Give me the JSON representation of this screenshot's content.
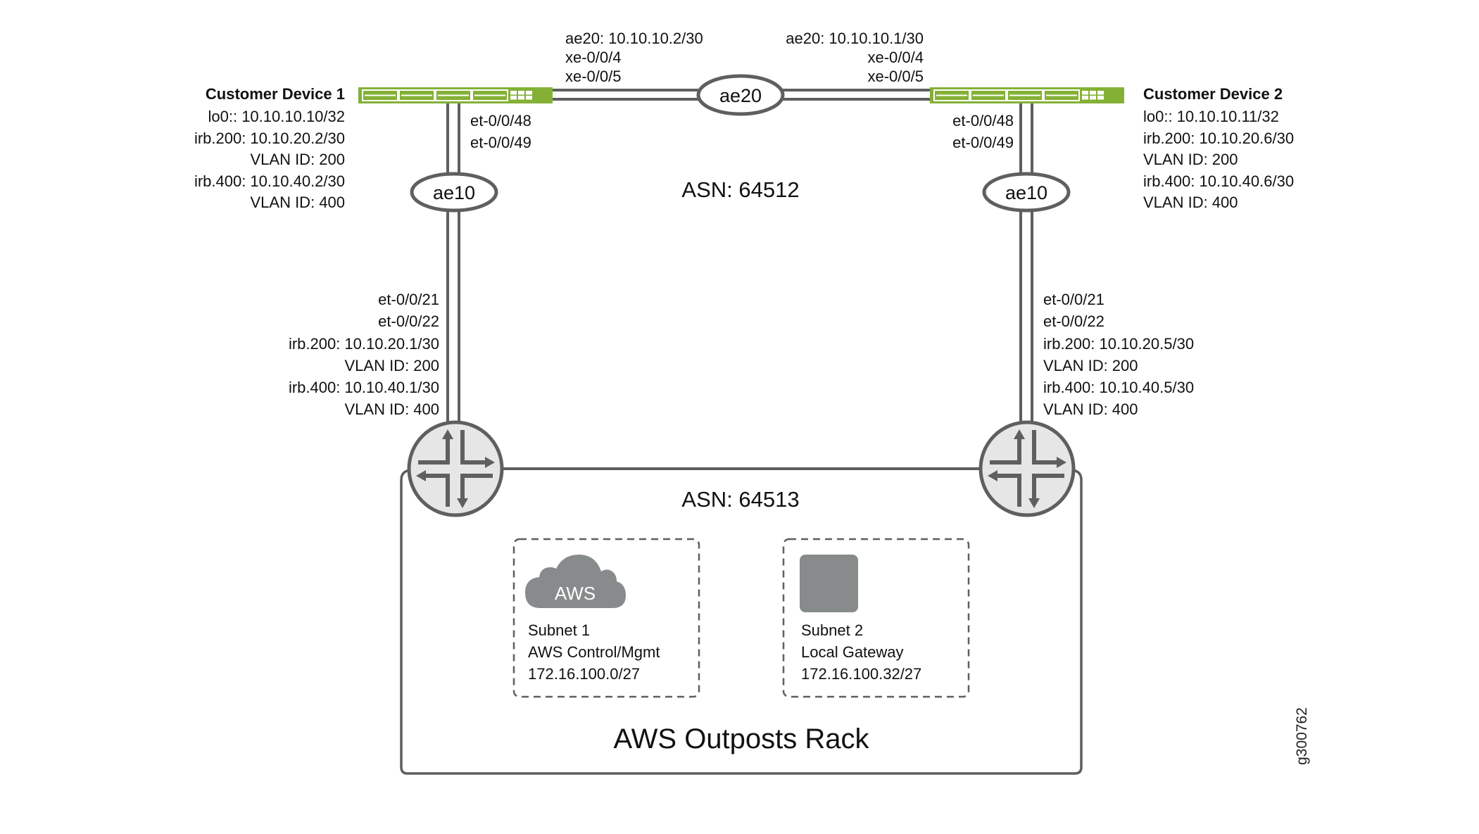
{
  "colors": {
    "switch_green": "#84b135",
    "line_gray": "#5f5f5f",
    "router_fill": "#e6e6e6",
    "icon_gray": "#878b8c"
  },
  "customer_device_1": {
    "title": "Customer Device 1",
    "lines": [
      "lo0:: 10.10.10.10/32",
      "irb.200: 10.10.20.2/30",
      "VLAN ID: 200",
      "irb.400: 10.10.40.2/30",
      "VLAN ID: 400"
    ],
    "uplink_ports": [
      "et-0/0/48",
      "et-0/0/49"
    ],
    "ae20_labels": [
      "ae20: 10.10.10.2/30",
      "xe-0/0/4",
      "xe-0/0/5"
    ]
  },
  "customer_device_2": {
    "title": "Customer Device 2",
    "lines": [
      "lo0:: 10.10.10.11/32",
      "irb.200: 10.10.20.6/30",
      "VLAN ID: 200",
      "irb.400: 10.10.40.6/30",
      "VLAN ID: 400"
    ],
    "uplink_ports": [
      "et-0/0/48",
      "et-0/0/49"
    ],
    "ae20_labels": [
      "ae20: 10.10.10.1/30",
      "xe-0/0/4",
      "xe-0/0/5"
    ]
  },
  "links": {
    "ae20": "ae20",
    "ae10_left": "ae10",
    "ae10_right": "ae10"
  },
  "outpost_left": {
    "lines": [
      "et-0/0/21",
      "et-0/0/22",
      "irb.200: 10.10.20.1/30",
      "VLAN ID: 200",
      "irb.400: 10.10.40.1/30",
      "VLAN ID: 400"
    ]
  },
  "outpost_right": {
    "lines": [
      "et-0/0/21",
      "et-0/0/22",
      "irb.200: 10.10.20.5/30",
      "VLAN ID: 200",
      "irb.400: 10.10.40.5/30",
      "VLAN ID: 400"
    ]
  },
  "asn_customer": "ASN: 64512",
  "asn_outposts": "ASN: 64513",
  "subnet1": {
    "icon_label": "AWS",
    "lines": [
      "Subnet 1",
      "AWS Control/Mgmt",
      "172.16.100.0/27"
    ]
  },
  "subnet2": {
    "lines": [
      "Subnet 2",
      "Local Gateway",
      "172.16.100.32/27"
    ]
  },
  "rack_title": "AWS Outposts Rack",
  "figure_id": "g300762"
}
